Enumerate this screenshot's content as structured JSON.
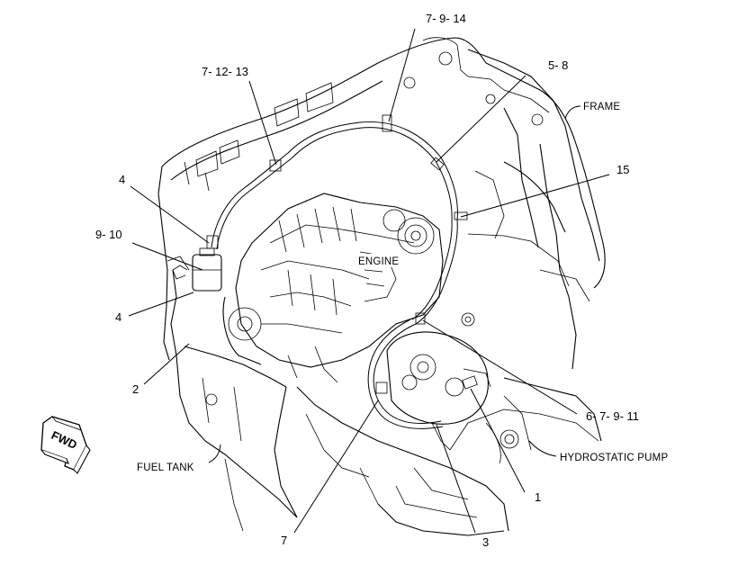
{
  "callouts": {
    "c_7_9_14": "7- 9- 14",
    "c_7_12_13": "7- 12- 13",
    "c_5_8": "5- 8",
    "c_15": "15",
    "c_4_top": "4",
    "c_9_10": "9- 10",
    "c_4_bottom": "4",
    "c_2": "2",
    "c_6_7_9_11": "6- 7- 9- 11",
    "c_1": "1",
    "c_3": "3",
    "c_7": "7"
  },
  "labels": {
    "frame": "FRAME",
    "engine": "ENGINE",
    "fuel_tank": "FUEL TANK",
    "hydrostatic_pump": "HYDROSTATIC PUMP",
    "fwd": "FWD"
  }
}
